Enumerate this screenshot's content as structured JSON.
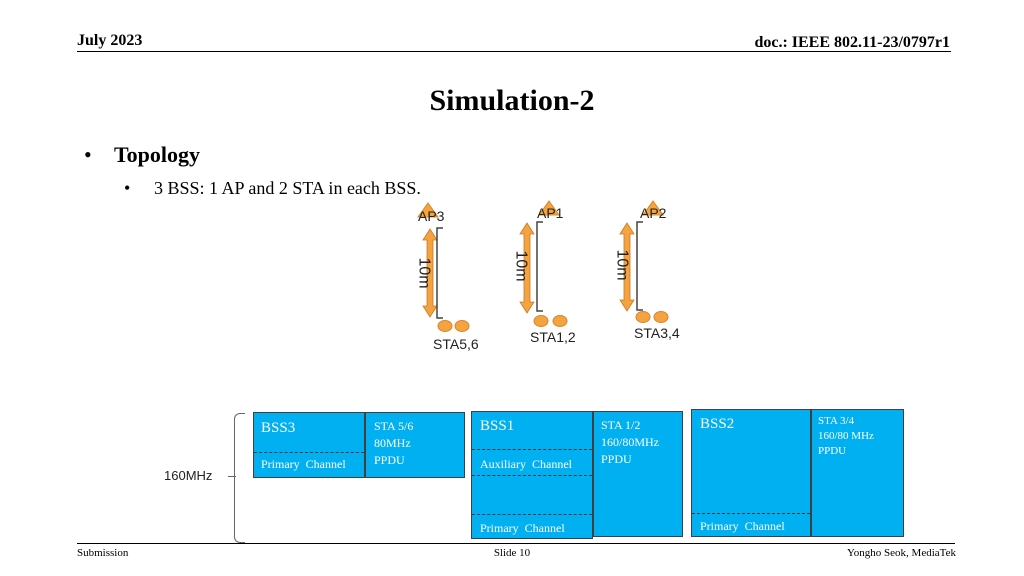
{
  "header": {
    "date": "July 2023",
    "doc": "doc.: IEEE 802.11-23/0797r1"
  },
  "title": "Simulation-2",
  "bullets": {
    "level1": "Topology",
    "level2": "3 BSS: 1 AP and 2 STA in each BSS."
  },
  "topology": {
    "ap3": "AP3",
    "ap1": "AP1",
    "ap2": "AP2",
    "distance": "10m",
    "sta3": "STA5,6",
    "sta1": "STA1,2",
    "sta2": "STA3,4"
  },
  "channel": {
    "bandwidth": "160MHz",
    "bss3": {
      "name": "BSS3",
      "primary": "Primary  Channel",
      "info1": "STA 5/6",
      "info2": "80MHz",
      "info3": "PPDU"
    },
    "bss1": {
      "name": "BSS1",
      "auxiliary": "Auxiliary  Channel",
      "primary": "Primary  Channel",
      "info1": "STA 1/2",
      "info2": "160/80MHz",
      "info3": "PPDU"
    },
    "bss2": {
      "name": "BSS2",
      "primary": "Primary  Channel",
      "info1": "STA 3/4",
      "info2": "160/80 MHz",
      "info3": "PPDU"
    }
  },
  "footer": {
    "left": "Submission",
    "center": "Slide 10",
    "right": "Yongho Seok, MediaTek"
  },
  "colors": {
    "box": "#00b0f0",
    "arrow": "#f4a340"
  }
}
